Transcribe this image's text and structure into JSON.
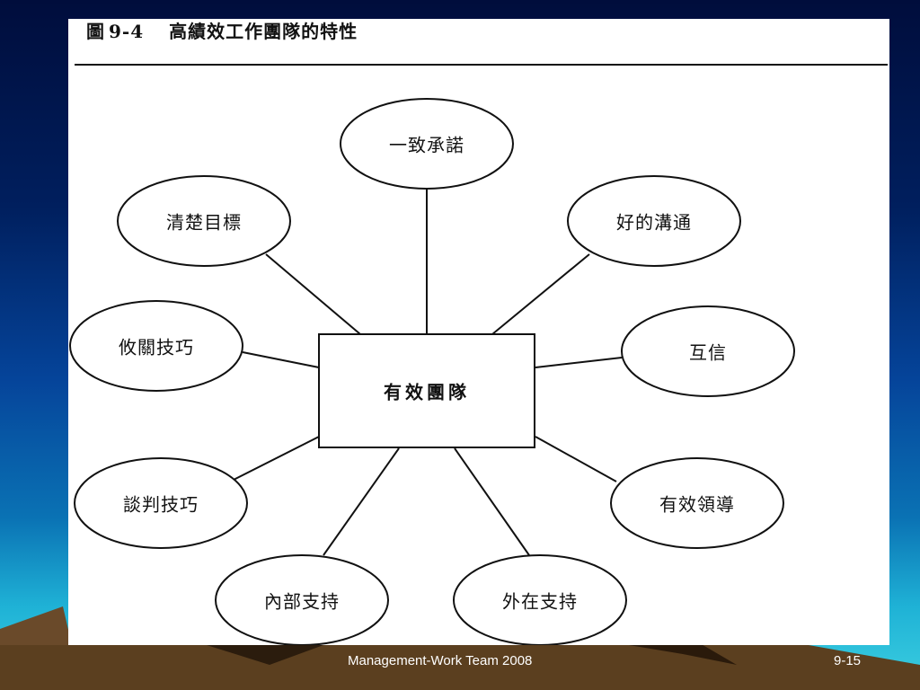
{
  "figure": {
    "title_prefix": "圖",
    "title_number": "9-4",
    "title_text": "高績效工作團隊的特性"
  },
  "diagram": {
    "center": "有效團隊",
    "nodes": {
      "top": "一致承諾",
      "top_left": "清楚目標",
      "top_right": "好的溝通",
      "left": "攸關技巧",
      "right": "互信",
      "bottom_left": "談判技巧",
      "bottom_right": "有效領導",
      "bottom_inner_left": "內部支持",
      "bottom_inner_right": "外在支持"
    }
  },
  "footer": {
    "left_text": "Management-Work Team  2008",
    "page_number": "9-15"
  }
}
